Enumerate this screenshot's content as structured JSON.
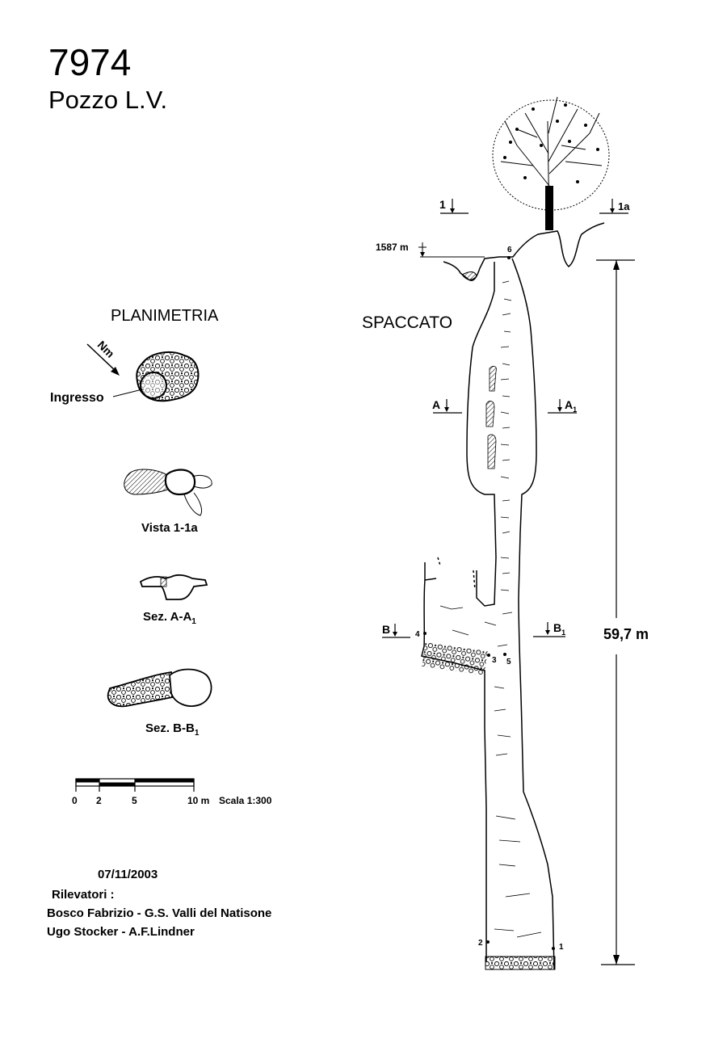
{
  "header": {
    "number": "7974",
    "name": "Pozzo L.V."
  },
  "plan": {
    "title": "PLANIMETRIA",
    "north_label": "Nm",
    "entrance_label": "Ingresso",
    "view_label": "Vista 1-1a",
    "section_a_label": "Sez. A-A",
    "section_a_sub": "1",
    "section_b_label": "Sez. B-B",
    "section_b_sub": "1"
  },
  "scale": {
    "ticks": [
      "0",
      "2",
      "5",
      "10 m"
    ],
    "ratio": "Scala 1:300"
  },
  "survey": {
    "date": "07/11/2003",
    "surveyors_label": "Rilevatori :",
    "surveyors": [
      "Bosco Fabrizio - G.S. Valli del Natisone",
      "Ugo Stocker - A.F.Lindner"
    ]
  },
  "profile": {
    "title": "SPACCATO",
    "altitude": "1587 m",
    "depth": "59,7 m",
    "view_markers": {
      "left": "1",
      "right": "1a"
    },
    "section_a": {
      "left": "A",
      "right": "A",
      "right_sub": "1"
    },
    "section_b": {
      "left": "B",
      "right": "B",
      "right_sub": "1"
    },
    "stations": [
      "1",
      "2",
      "3",
      "4",
      "5",
      "6"
    ]
  }
}
